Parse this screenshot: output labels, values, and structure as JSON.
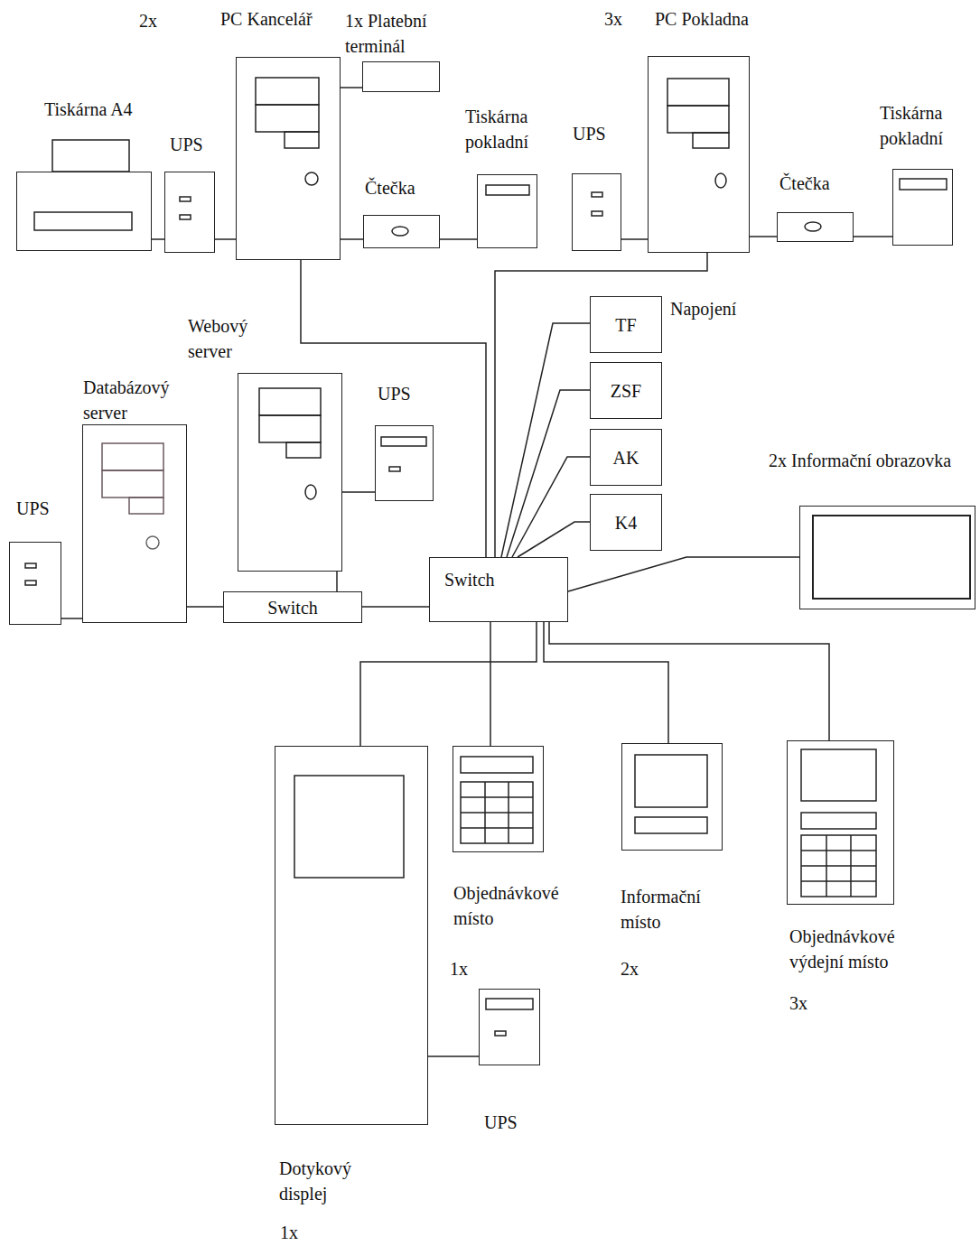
{
  "diagram": {
    "nodes": [
      {
        "text": [
          "2x",
          "PC Kancelář"
        ]
      },
      {
        "text": [
          "1x Platební terminál"
        ]
      },
      {
        "text": [
          "Tiskárna A4"
        ]
      },
      {
        "text": [
          "UPS"
        ]
      },
      {
        "text": [
          "Čtečka"
        ]
      },
      {
        "text": [
          "Tiskárna pokladní"
        ]
      },
      {
        "text": [
          "3x",
          "PC Pokladna"
        ]
      },
      {
        "text": [
          "UPS"
        ]
      },
      {
        "text": [
          "Čtečka"
        ]
      },
      {
        "text": [
          "Tiskárna pokladní"
        ]
      },
      {
        "text": [
          "Webový server"
        ]
      },
      {
        "text": [
          "UPS"
        ]
      },
      {
        "text": [
          "Databázový server"
        ]
      },
      {
        "text": [
          "UPS"
        ]
      },
      {
        "text": [
          "Switch"
        ]
      },
      {
        "text": [
          "Switch"
        ]
      },
      {
        "text": [
          "TF"
        ]
      },
      {
        "text": [
          "ZSF"
        ]
      },
      {
        "text": [
          "AK"
        ]
      },
      {
        "text": [
          "K4"
        ]
      },
      {
        "text": [
          "2x Informační obrazovka"
        ]
      },
      {
        "text": [
          "Dotykový displej",
          "1x"
        ]
      },
      {
        "text": [
          "UPS"
        ]
      },
      {
        "text": [
          "Objednávkové místo",
          "1x"
        ]
      },
      {
        "text": [
          "Informační místo",
          "2x"
        ]
      },
      {
        "text": [
          "Objednávkové výdejní místo",
          "3x"
        ]
      }
    ],
    "edges": [
      {
        "from": 0,
        "to": 1,
        "arrow": "none"
      },
      {
        "from": 2,
        "to": 3,
        "arrow": "none"
      },
      {
        "from": 3,
        "to": 0,
        "arrow": "none"
      },
      {
        "from": 0,
        "to": 4,
        "arrow": "none"
      },
      {
        "from": 4,
        "to": 5,
        "arrow": "none"
      },
      {
        "from": 7,
        "to": 6,
        "arrow": "none"
      },
      {
        "from": 6,
        "to": 8,
        "arrow": "none"
      },
      {
        "from": 8,
        "to": 9,
        "arrow": "none"
      },
      {
        "from": 0,
        "to": 15,
        "arrow": "none"
      },
      {
        "from": 6,
        "to": 15,
        "arrow": "none"
      },
      {
        "from": 15,
        "to": 16,
        "arrow": "none"
      },
      {
        "from": 15,
        "to": 17,
        "arrow": "none"
      },
      {
        "from": 15,
        "to": 18,
        "arrow": "none"
      },
      {
        "from": 15,
        "to": 19,
        "arrow": "none"
      },
      {
        "from": 10,
        "to": 11,
        "arrow": "none"
      },
      {
        "from": 10,
        "to": 14,
        "arrow": "none"
      },
      {
        "from": 13,
        "to": 12,
        "arrow": "none"
      },
      {
        "from": 12,
        "to": 14,
        "arrow": "none"
      },
      {
        "from": 14,
        "to": 15,
        "arrow": "none"
      },
      {
        "from": 15,
        "to": 20,
        "arrow": "none"
      },
      {
        "from": 15,
        "to": 21,
        "arrow": "none"
      },
      {
        "from": 15,
        "to": 23,
        "arrow": "none"
      },
      {
        "from": 15,
        "to": 24,
        "arrow": "none"
      },
      {
        "from": 15,
        "to": 25,
        "arrow": "none"
      },
      {
        "from": 21,
        "to": 22,
        "arrow": "none"
      }
    ],
    "labels": [
      "Napojení"
    ]
  }
}
